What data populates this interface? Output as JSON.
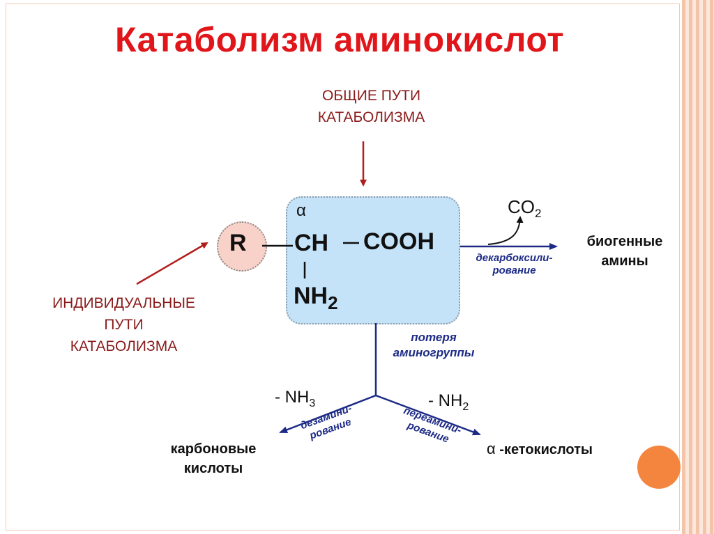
{
  "title": "Катаболизм аминокислот",
  "general_paths": {
    "line1": "ОБЩИЕ ПУТИ",
    "line2": "КАТАБОЛИЗМА"
  },
  "individual_paths": {
    "line1": "ИНДИВИДУАЛЬНЫЕ",
    "line2": "ПУТИ",
    "line3": "КАТАБОЛИЗМА"
  },
  "molecule": {
    "r": "R",
    "alpha": "α",
    "ch": "CH",
    "cooh": "COOH",
    "nh": "NH",
    "nh_sub": "2"
  },
  "co2": {
    "main": "CO",
    "sub": "2"
  },
  "decarboxylation": {
    "line1": "декарбоксили-",
    "line2": "рование"
  },
  "biogenic_amines": {
    "line1": "биогенные",
    "line2": "амины"
  },
  "amino_loss": {
    "line1": "потеря",
    "line2": "аминогруппы"
  },
  "minus_nh3": {
    "main": "- NH",
    "sub": "3"
  },
  "minus_nh2": {
    "main": "- NH",
    "sub": "2"
  },
  "deamination": {
    "line1": "дезамини-",
    "line2": "рование"
  },
  "transamination": {
    "line1": "переамини-",
    "line2": "рование"
  },
  "carboxylic_acids": {
    "line1": "карбоновые",
    "line2": "кислоты"
  },
  "keto_acids": {
    "alpha": "α",
    "text": " -кетокислоты"
  },
  "colors": {
    "title": "#e0161b",
    "red_label": "#8a1b1b",
    "blue": "#1d2b86",
    "box": "#c4e3f8",
    "circle": "#f8d2c8",
    "accent": "#f4853f"
  }
}
